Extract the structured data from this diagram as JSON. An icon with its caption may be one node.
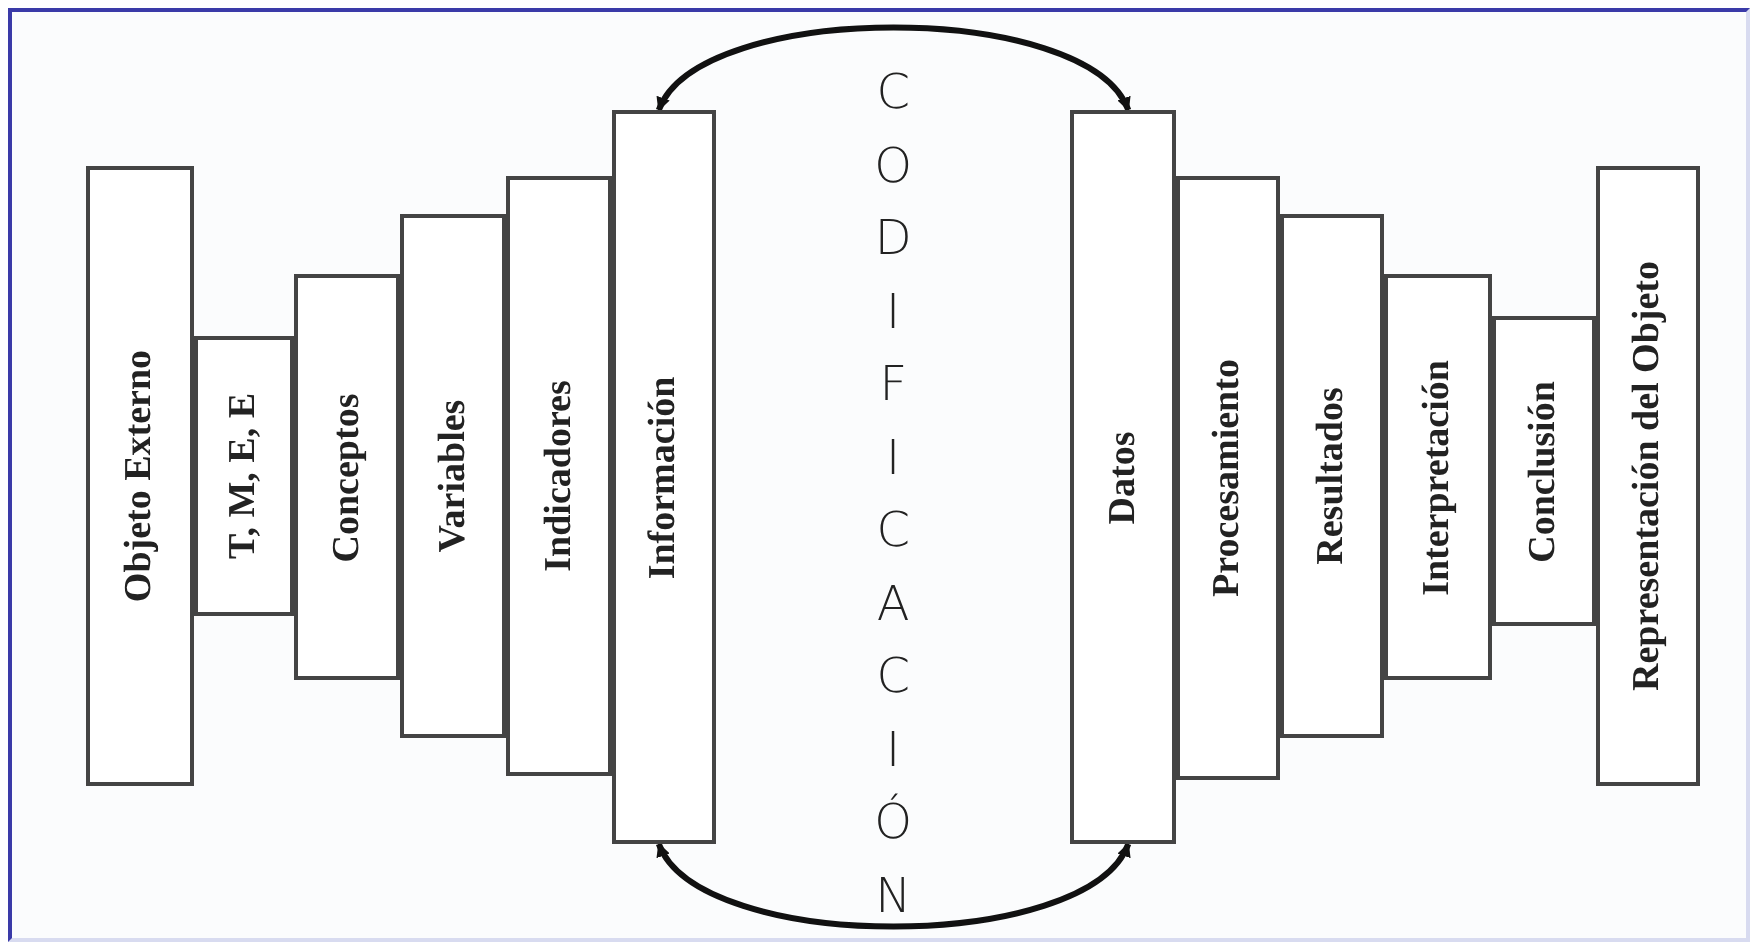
{
  "diagram": {
    "nodes": [
      {
        "text": [
          "Objeto Externo"
        ]
      },
      {
        "text": [
          "T, M, E, E"
        ]
      },
      {
        "text": [
          "Conceptos"
        ]
      },
      {
        "text": [
          "Variables"
        ]
      },
      {
        "text": [
          "Indicadores"
        ]
      },
      {
        "text": [
          "Información"
        ]
      },
      {
        "text": [
          "Datos"
        ]
      },
      {
        "text": [
          "Procesamiento"
        ]
      },
      {
        "text": [
          "Resultados"
        ]
      },
      {
        "text": [
          "Interpretación"
        ]
      },
      {
        "text": [
          "Conclusión"
        ]
      },
      {
        "text": [
          "Representación del Objeto"
        ]
      }
    ],
    "edges": [
      {
        "from": 5,
        "to": 6,
        "arrow": "both"
      },
      {
        "from": 5,
        "to": 6,
        "arrow": "both"
      }
    ],
    "labels": [
      "CODIFICACIÓN"
    ]
  }
}
